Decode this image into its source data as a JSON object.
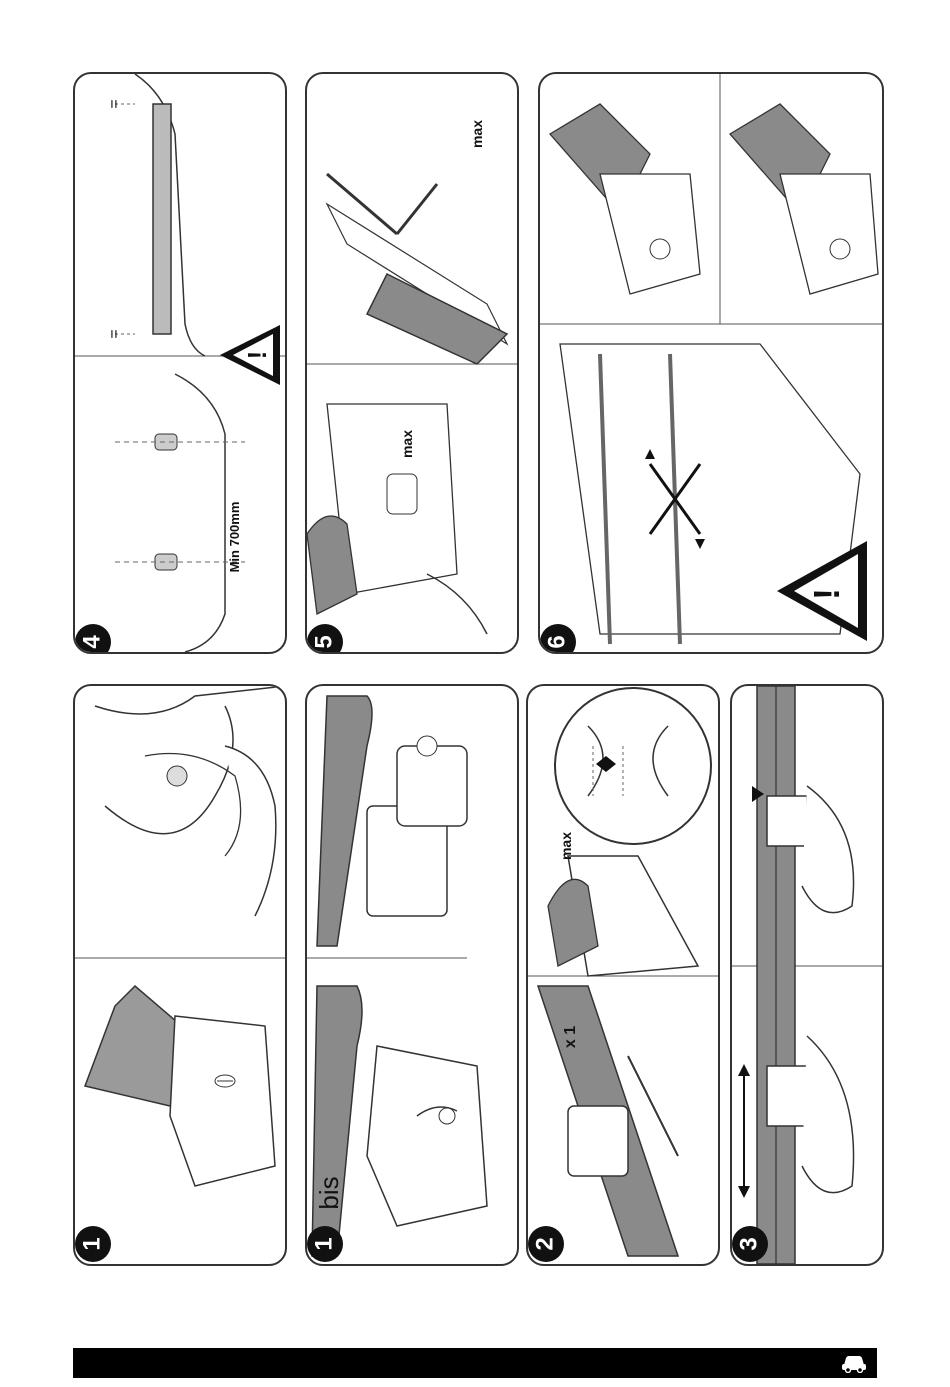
{
  "steps": {
    "s1": {
      "number": "1"
    },
    "s1bis": {
      "number": "1",
      "suffix": "bis"
    },
    "s2": {
      "number": "2",
      "label_x1": "x 1",
      "label_max": "max"
    },
    "s3": {
      "number": "3"
    },
    "s4": {
      "number": "4",
      "min_label": "Min 700mm",
      "equal_mark": "="
    },
    "s5": {
      "number": "5",
      "label_max": "max"
    },
    "s6": {
      "number": "6"
    }
  },
  "warning": {
    "symbol": "!"
  },
  "colors": {
    "accent": "#000000",
    "tube_gray": "#8a8a8a",
    "warning_fill": "#111111"
  },
  "footer": {
    "icon": "car-icon"
  }
}
